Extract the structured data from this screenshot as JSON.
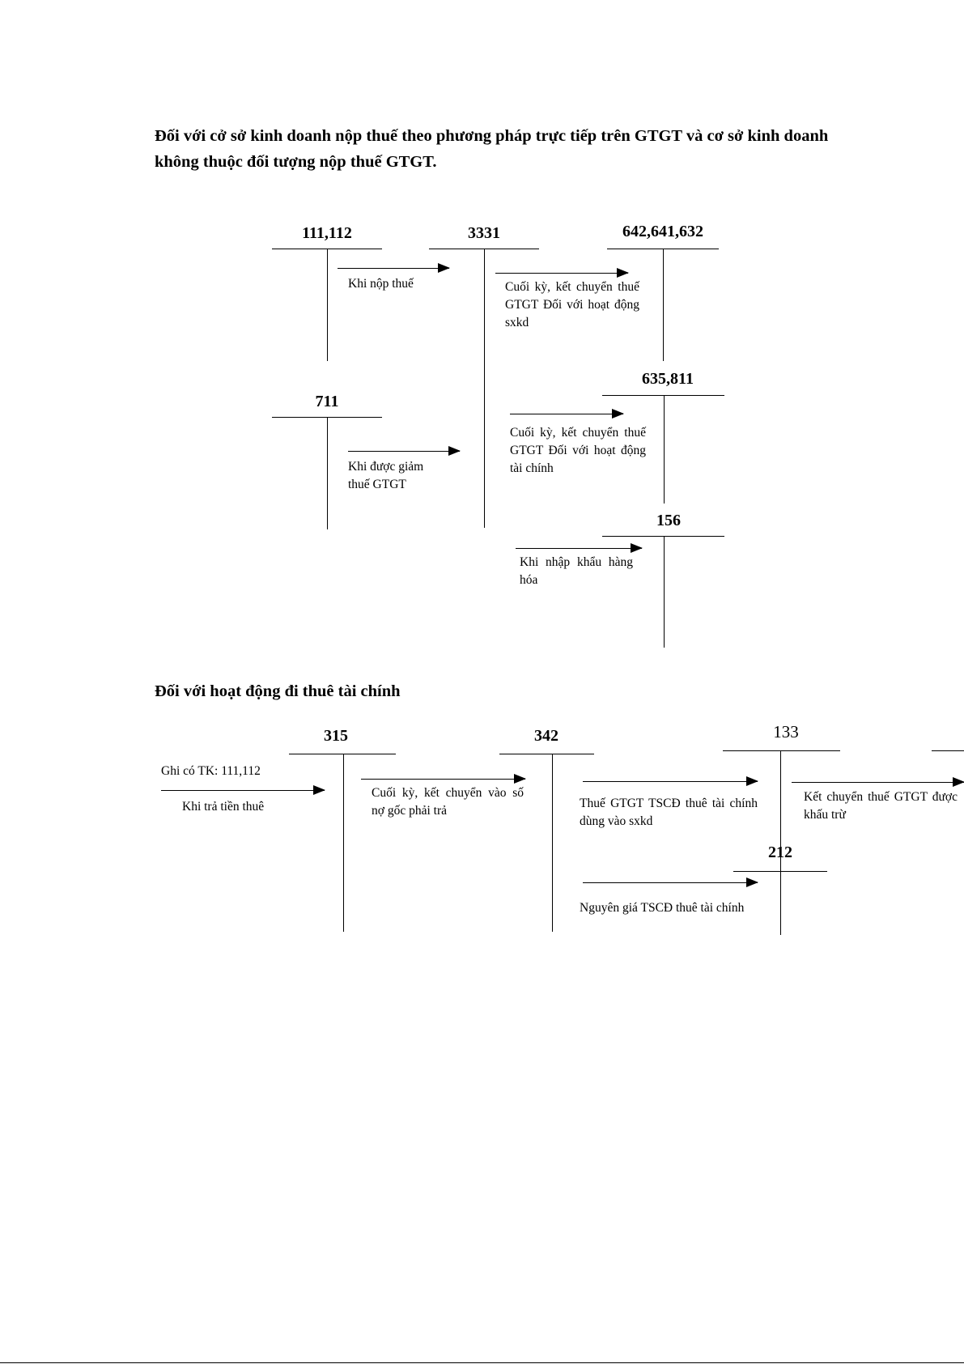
{
  "section1": {
    "heading_line1": "Đối với cở sở kinh doanh nộp thuế theo phương pháp trực tiếp trên GTGT và cơ sở kinh doanh",
    "heading_line2": "không thuộc đối tượng nộp thuế GTGT.",
    "accounts": {
      "a111": "111,112",
      "a3331": "3331",
      "a642": "642,641,632",
      "a711": "711",
      "a635": "635,811",
      "a156": "156"
    },
    "labels": {
      "khi_nop_thue": "Khi nộp thuế",
      "kc_sxkd": "Cuối kỳ, kết chuyển thuế GTGT Đối với hoạt động sxkd",
      "khi_duoc_giam": "Khi được giảm thuế GTGT",
      "kc_tai_chinh": "Cuối kỳ, kết chuyển thuế GTGT Đối với hoạt động tài chính",
      "khi_nhap_khau": "Khi nhập khẩu hàng hóa"
    }
  },
  "section2": {
    "heading": "Đối với hoạt động đi thuê tài chính",
    "accounts": {
      "a315": "315",
      "a342": "342",
      "a133": "133",
      "a212": "212"
    },
    "labels": {
      "ghi_co": "Ghi có TK: 111,112",
      "khi_tra": "Khi trả tiền thuê",
      "kc_no_goc": "Cuối kỳ, kết chuyển vào số nợ gốc phải trả",
      "thue_gtgt_tscd": "Thuế GTGT TSCĐ thuê tài chính dùng vào sxkd",
      "kc_khau_tru": "Kết chuyển thuế GTGT được khấu trừ",
      "nguyen_gia": "Nguyên giá TSCĐ thuê tài chính"
    }
  }
}
